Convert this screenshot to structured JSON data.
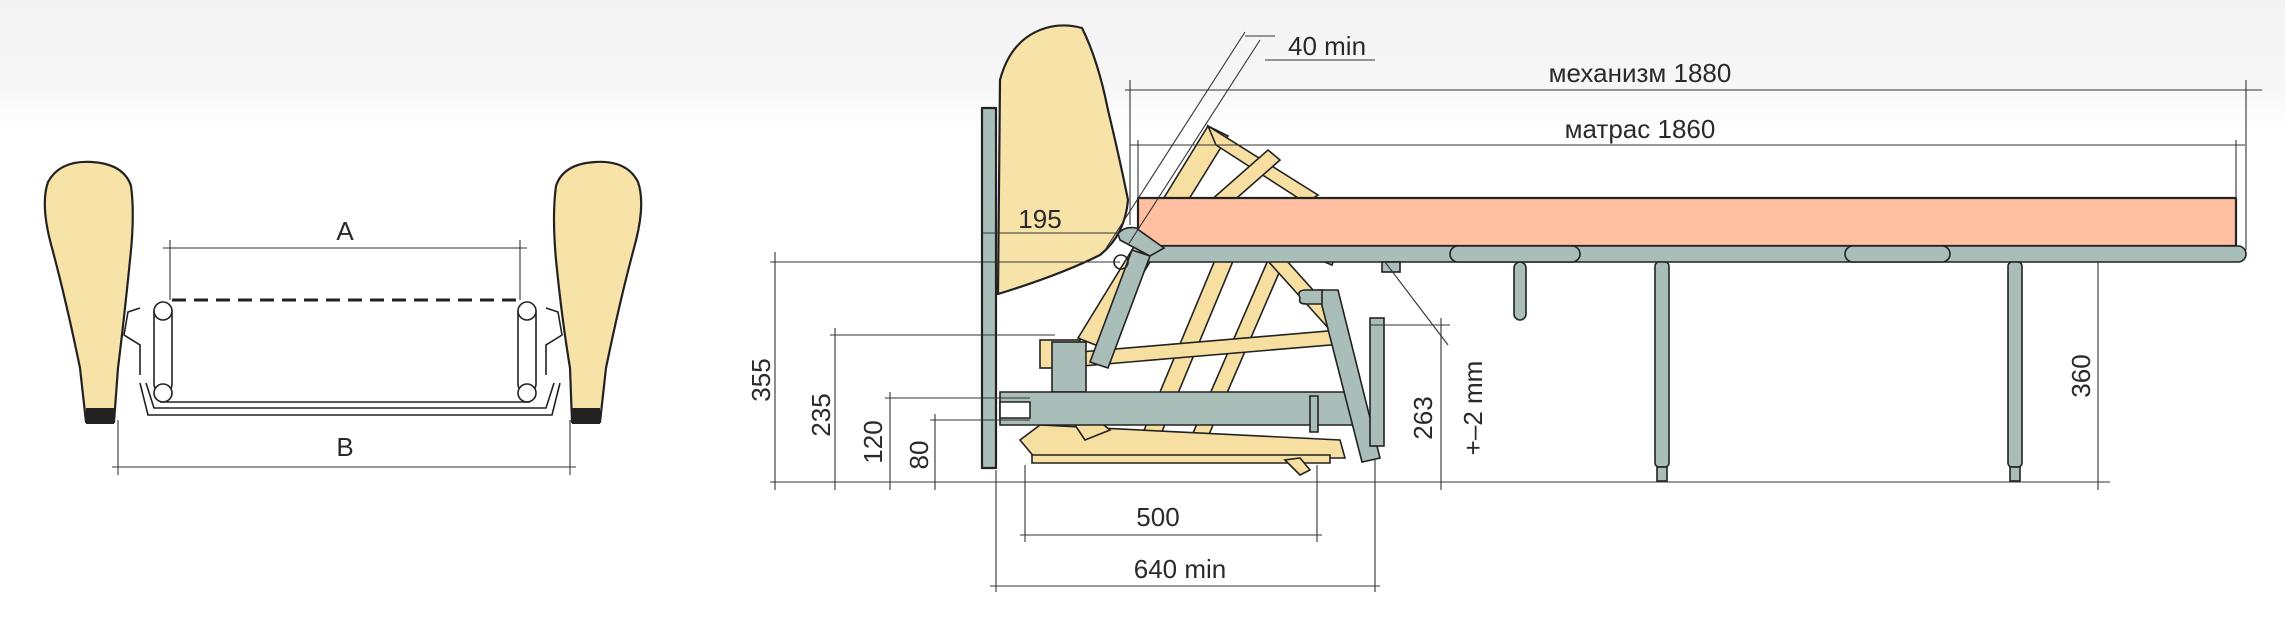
{
  "colors": {
    "armrest": "#f7e3a8",
    "frame": "#f6dfa0",
    "metal": "#a9bdb9",
    "mattress": "#ffbfa0",
    "line": "#222222",
    "background": "#ffffff"
  },
  "front_view": {
    "label_a": "A",
    "label_b": "B"
  },
  "side_view": {
    "mechanism": "механизм 1880",
    "mattress": "матрас 1860",
    "angle_gap": "40 min",
    "backrest_offset": "195",
    "height_355": "355",
    "height_235": "235",
    "height_120": "120",
    "height_80": "80",
    "height_263": "263",
    "tolerance": "+–2 mm",
    "height_360": "360",
    "depth_500": "500",
    "depth_640": "640 min"
  }
}
